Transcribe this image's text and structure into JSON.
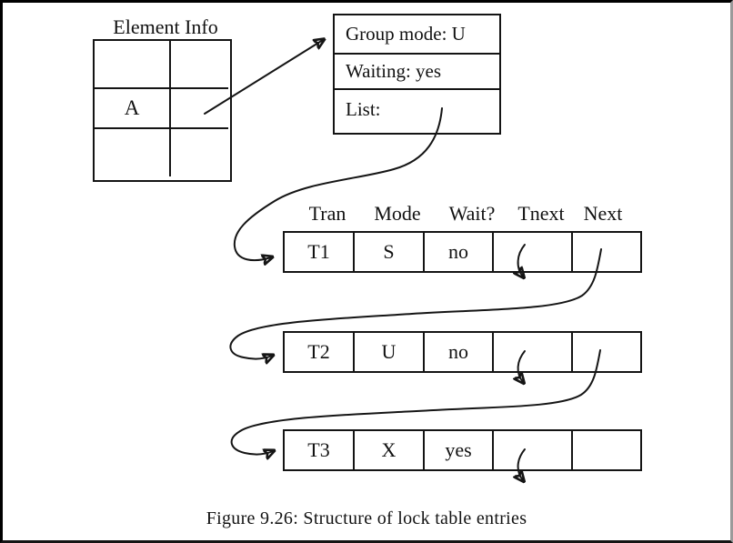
{
  "figure": {
    "caption": "Figure 9.26: Structure of lock table entries"
  },
  "colors": {
    "ink": "#121212",
    "paper": "#ffffff",
    "frame": "#000000",
    "frame_shadow": "#9a9a9a"
  },
  "element_info": {
    "title": "Element Info",
    "cell_value": "A"
  },
  "lock_entry": {
    "rows": [
      "Group mode: U",
      "Waiting: yes",
      "List:"
    ]
  },
  "list_table": {
    "headers": [
      "Tran",
      "Mode",
      "Wait?",
      "Tnext",
      "Next"
    ],
    "rows": [
      {
        "tran": "T1",
        "mode": "S",
        "wait": "no"
      },
      {
        "tran": "T2",
        "mode": "U",
        "wait": "no"
      },
      {
        "tran": "T3",
        "mode": "X",
        "wait": "yes"
      }
    ]
  }
}
